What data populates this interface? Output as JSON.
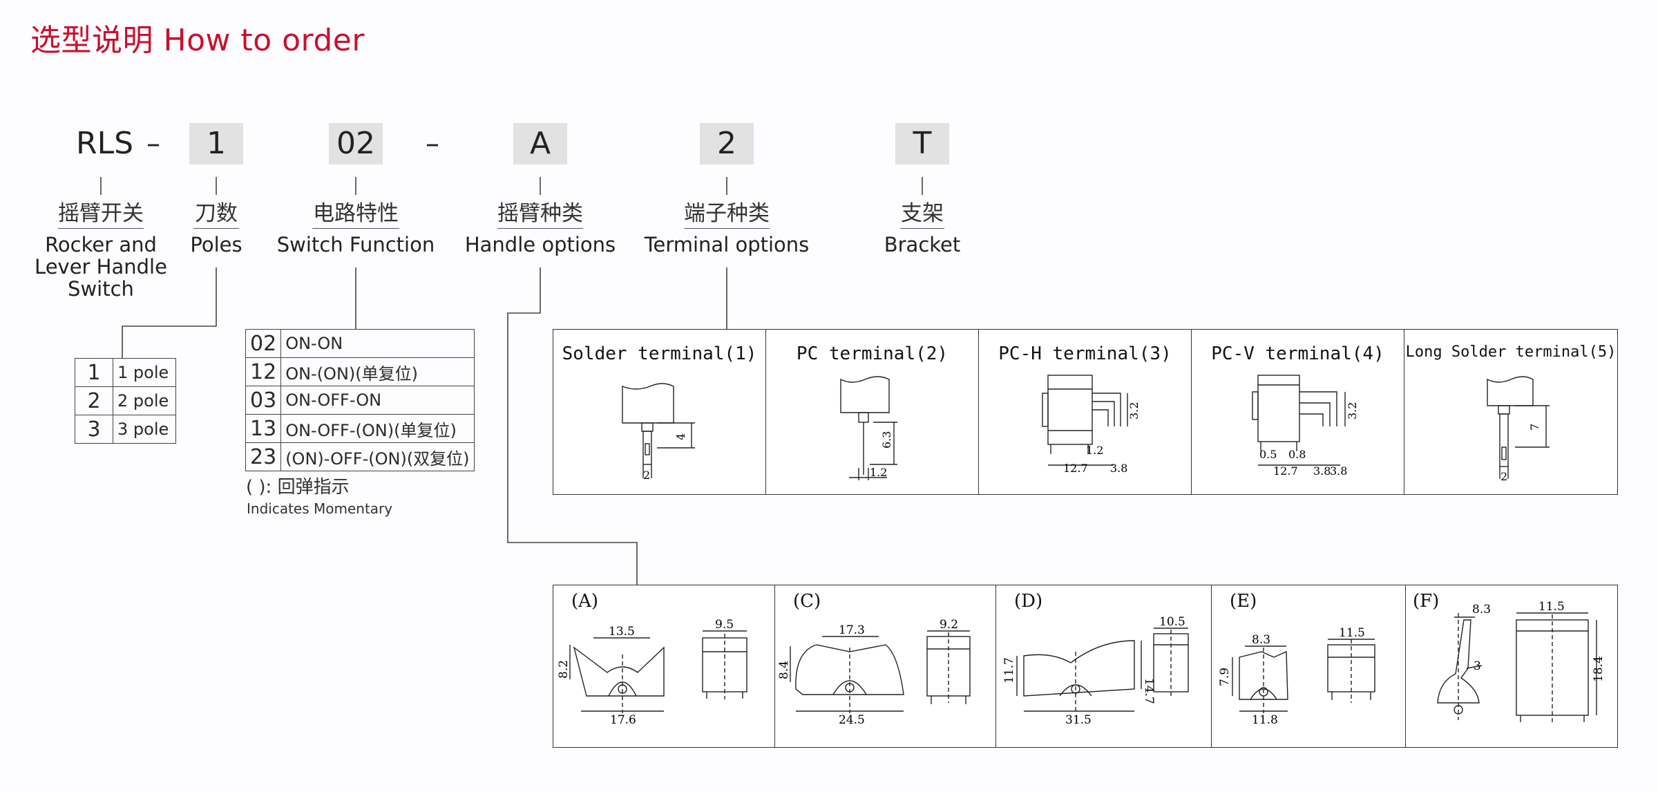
{
  "title": "选型说明 How to order",
  "code": {
    "prefix": "RLS",
    "dash1": "–",
    "poles": "1",
    "function": "02",
    "dash2": "–",
    "handle": "A",
    "terminal": "2",
    "bracket": "T"
  },
  "labels": {
    "series_cn": "摇臂开关",
    "series_en": [
      "Rocker and",
      "Lever Handle",
      "Switch"
    ],
    "poles_cn": "刀数",
    "poles_en": "Poles",
    "function_cn": "电路特性",
    "function_en": "Switch Function",
    "handle_cn": "摇臂种类",
    "handle_en": "Handle options",
    "terminal_cn": "端子种类",
    "terminal_en": "Terminal options",
    "bracket_cn": "支架",
    "bracket_en": "Bracket"
  },
  "poles_table": [
    {
      "code": "1",
      "label": "1 pole"
    },
    {
      "code": "2",
      "label": "2 pole"
    },
    {
      "code": "3",
      "label": "3 pole"
    }
  ],
  "function_table": [
    {
      "code": "02",
      "label": "ON-ON"
    },
    {
      "code": "12",
      "label": "ON-(ON)(单复位)"
    },
    {
      "code": "03",
      "label": "ON-OFF-ON"
    },
    {
      "code": "13",
      "label": "ON-OFF-(ON)(单复位)"
    },
    {
      "code": "23",
      "label": "(ON)-OFF-(ON)(双复位)"
    }
  ],
  "notes": {
    "momentary_cn": "(    ): 回弹指示",
    "momentary_en": "Indicates Momentary"
  },
  "terminals": [
    {
      "title": "Solder terminal(1)",
      "dims": [
        "4",
        "2"
      ]
    },
    {
      "title": "PC terminal(2)",
      "dims": [
        "6.3",
        "1.2"
      ]
    },
    {
      "title": "PC-H terminal(3)",
      "dims": [
        "3.2",
        "1.2",
        "12.7",
        "3.8"
      ]
    },
    {
      "title": "PC-V terminal(4)",
      "dims": [
        "3.2",
        "0.5",
        "0.8",
        "12.7",
        "3.8",
        "3.8"
      ]
    },
    {
      "title": "Long Solder terminal(5)",
      "dims": [
        "7",
        "2"
      ]
    }
  ],
  "handles": [
    {
      "label": "(A)",
      "dims": [
        "13.5",
        "8.2",
        "17.6",
        "9.5"
      ]
    },
    {
      "label": "(C)",
      "dims": [
        "17.3",
        "8.4",
        "24.5",
        "9.2"
      ]
    },
    {
      "label": "(D)",
      "dims": [
        "11.7",
        "31.5",
        "14.7",
        "10.5"
      ]
    },
    {
      "label": "(E)",
      "dims": [
        "8.3",
        "7.9",
        "11.8",
        "11.5"
      ]
    },
    {
      "label": "(F)",
      "dims": [
        "8.3",
        "3",
        "11.5",
        "18.4"
      ]
    }
  ],
  "colors": {
    "title": "#c8102e",
    "code_box": "#e2e2e2",
    "line": "#333333"
  }
}
